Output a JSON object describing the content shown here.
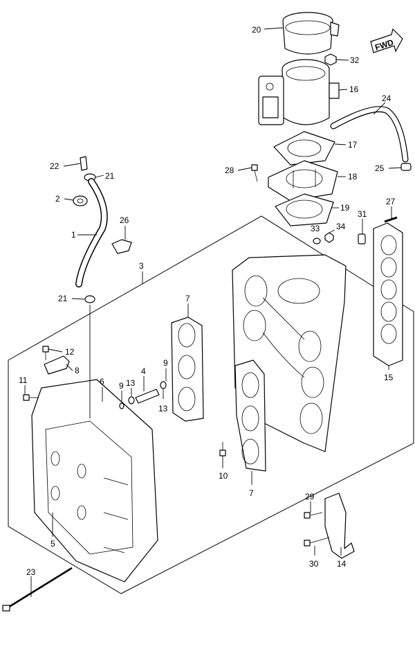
{
  "direction_badge": "FWD",
  "callouts": [
    {
      "id": "c20",
      "text": "20"
    },
    {
      "id": "c32",
      "text": "32"
    },
    {
      "id": "c16",
      "text": "16"
    },
    {
      "id": "c24",
      "text": "24"
    },
    {
      "id": "c17",
      "text": "17"
    },
    {
      "id": "c22",
      "text": "22"
    },
    {
      "id": "c21a",
      "text": "21"
    },
    {
      "id": "c28",
      "text": "28"
    },
    {
      "id": "c18",
      "text": "18"
    },
    {
      "id": "c25",
      "text": "25"
    },
    {
      "id": "c2",
      "text": "2"
    },
    {
      "id": "c19",
      "text": "19"
    },
    {
      "id": "c27",
      "text": "27"
    },
    {
      "id": "c26",
      "text": "26"
    },
    {
      "id": "c31",
      "text": "31"
    },
    {
      "id": "c33",
      "text": "33"
    },
    {
      "id": "c34",
      "text": "34"
    },
    {
      "id": "c1",
      "text": "1"
    },
    {
      "id": "c3",
      "text": "3"
    },
    {
      "id": "c21b",
      "text": "21"
    },
    {
      "id": "c7a",
      "text": "7"
    },
    {
      "id": "c12",
      "text": "12"
    },
    {
      "id": "c9a",
      "text": "9"
    },
    {
      "id": "c8",
      "text": "8"
    },
    {
      "id": "c4",
      "text": "4"
    },
    {
      "id": "c11",
      "text": "11"
    },
    {
      "id": "c6",
      "text": "6"
    },
    {
      "id": "c9b",
      "text": "9"
    },
    {
      "id": "c13a",
      "text": "13"
    },
    {
      "id": "c13b",
      "text": "13"
    },
    {
      "id": "c15",
      "text": "15"
    },
    {
      "id": "c10",
      "text": "10"
    },
    {
      "id": "c7b",
      "text": "7"
    },
    {
      "id": "c29",
      "text": "29"
    },
    {
      "id": "c5",
      "text": "5"
    },
    {
      "id": "c23",
      "text": "23"
    },
    {
      "id": "c30",
      "text": "30"
    },
    {
      "id": "c14",
      "text": "14"
    }
  ]
}
